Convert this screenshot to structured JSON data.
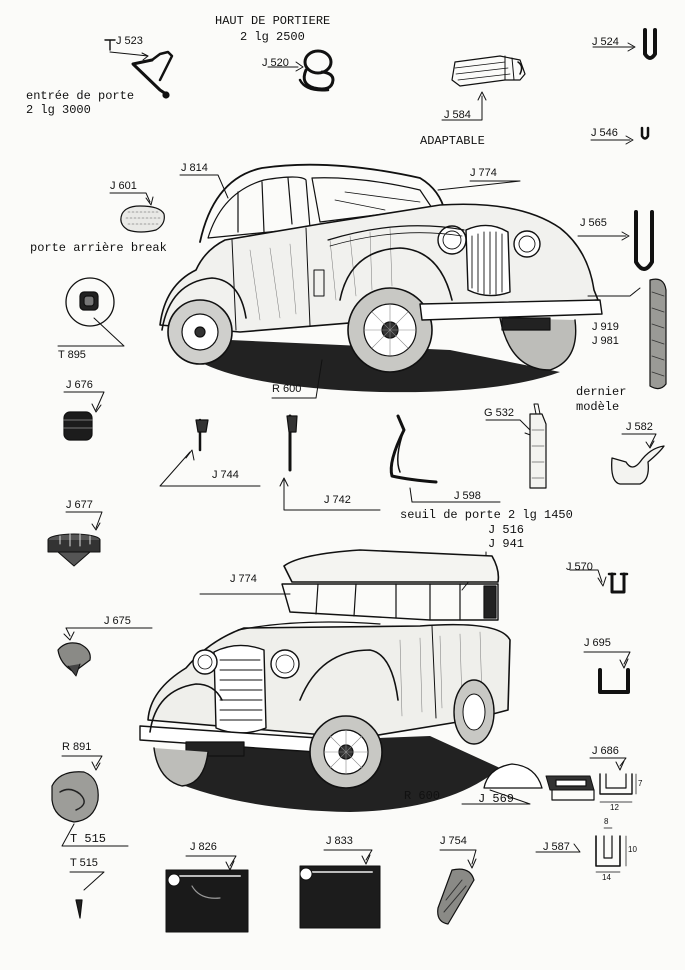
{
  "captions": {
    "haut_de_portiere": "HAUT DE PORTIERE",
    "haut_de_portiere_len": "2 lg 2500",
    "entree_de_porte": "entrée de porte",
    "entree_de_porte_len": "2 lg 3000",
    "adaptable": "ADAPTABLE",
    "porte_arriere_break": "porte arrière break",
    "dernier": "dernier",
    "modele": "modèle",
    "seuil_de_porte": "seuil de porte 2 lg 1450"
  },
  "parts": {
    "j523": "J 523",
    "j520": "J 520",
    "j524": "J 524",
    "j584": "J 584",
    "j546": "J 546",
    "j601": "J 601",
    "j814": "J 814",
    "j774_top": "J 774",
    "j565": "J 565",
    "t895": "T 895",
    "j919": "J 919",
    "j981": "J 981",
    "j676": "J 676",
    "r600_top": "R 600",
    "g532": "G 532",
    "j582": "J 582",
    "j744": "J 744",
    "j742": "J 742",
    "j598": "J 598",
    "j677": "J 677",
    "j516": "J 516",
    "j941": "J 941",
    "j570": "J 570",
    "j774_bottom": "J 774",
    "j675": "J 675",
    "j695": "J 695",
    "r891": "R 891",
    "j686": "J 686",
    "r600_bottom": "R 600",
    "j569": "J 569",
    "t515_a": "T 515",
    "t515_b": "T 515",
    "j826": "J 826",
    "j833": "J 833",
    "j754": "J 754",
    "j587": "J 587"
  },
  "dimensions": {
    "j686_w": "12",
    "j686_h": "7",
    "j587_w": "14",
    "j587_h": "10",
    "j587_t": "8"
  }
}
